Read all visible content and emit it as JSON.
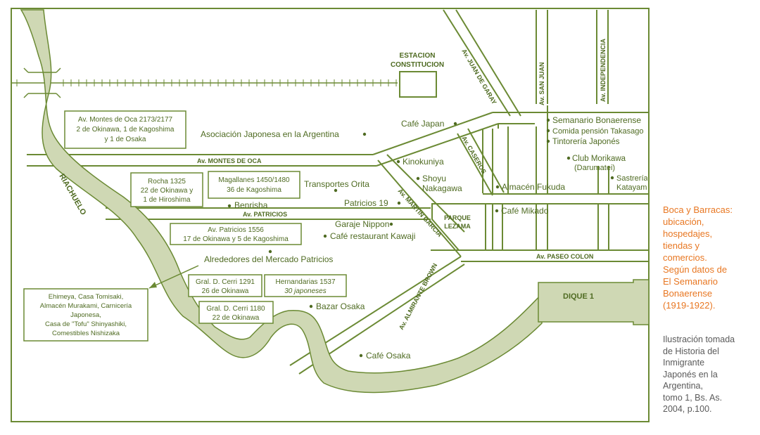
{
  "colors": {
    "map_line": "#6b8a34",
    "map_text": "#4f6b22",
    "river": "#cfd8b4",
    "caption": "#e87722",
    "credit": "#5a5a5a"
  },
  "map": {
    "streets": {
      "montes_de_oca": "Av. MONTES DE OCA",
      "patricios": "Av. PATRICIOS",
      "paseo_colon": "Av. PASEO COLON",
      "almirante_brown": "Av. ALMIRANTE BROWN",
      "martin_garcia": "Av. MARTIN GARCIA",
      "caseros": "Av. CASEROS",
      "juan_de_garay": "Av. JUAN DE GARAY",
      "san_juan": "Av. SAN JUAN",
      "independencia": "Av. INDEPENDENCIA",
      "riachuelo": "RIACHUELO"
    },
    "landmarks": {
      "estacion_1": "ESTACION",
      "estacion_2": "CONSTITUCION",
      "parque_1": "PARQUE",
      "parque_2": "LEZAMA",
      "dique": "DIQUE 1"
    },
    "places": {
      "cafe_japan": "Café Japan",
      "asociacion": "Asociación Japonesa en la Argentina",
      "kinokuniya": "Kinokuniya",
      "shoyu_1": "Shoyu",
      "shoyu_2": "Nakagawa",
      "transportes": "Transportes Orita",
      "patricios19": "Patricios 19",
      "benrisha": "Benrisha",
      "garaje": "Garaje Nippon",
      "kawaji": "Café restaurant Kawaji",
      "mercado": "Alrededores del Mercado Patricios",
      "bazar": "Bazar Osaka",
      "cafe_osaka": "Café Osaka",
      "almacen_fukuda": "Almacén Fukuda",
      "cafe_mikado": "Café Mikado",
      "semanario": "Semanario Bonaerense",
      "comida": "Comida pensión Takasago",
      "tintoreria": "Tintorería Japonés",
      "club_1": "Club Morikawa",
      "club_2": "(Darumatei)",
      "sastreria_1": "Sastrería",
      "sastreria_2": "Katayama"
    },
    "boxes": {
      "montes": [
        "Av. Montes de Oca 2173/2177",
        "2 de Okinawa, 1 de Kagoshima",
        "y 1 de Osaka"
      ],
      "rocha": [
        "Rocha 1325",
        "22 de Okinawa y",
        "1 de Hiroshima"
      ],
      "magallanes": [
        "Magallanes 1450/1480",
        "36 de Kagoshima"
      ],
      "patricios1556": [
        "Av. Patricios 1556",
        "17 de Okinawa y 5 de Kagoshima"
      ],
      "cerri1291": [
        "Gral. D. Cerri 1291",
        "26 de Okinawa"
      ],
      "hernandarias": [
        "Hernandarias 1537",
        "30 japoneses"
      ],
      "cerri1180": [
        "Gral. D. Cerri 1180",
        "22 de Okinawa"
      ],
      "ehimeya": [
        "Ehimeya, Casa Tomisaki,",
        "Almacén Murakami, Carnicería",
        "Japonesa,",
        "Casa de \"Tofu\" Shinyashiki,",
        "Comestibles Nishizaka"
      ]
    }
  },
  "caption": "Boca y Barracas:\nubicación,\nhospedajes,\ntiendas y\ncomercios.\nSegún datos de\nEl Semanario\nBonaerense\n(1919-1922).",
  "credit": "Ilustración tomada\nde Historia del\nInmigrante\nJaponés en la\nArgentina,\ntomo 1, Bs. As.\n2004, p.100."
}
